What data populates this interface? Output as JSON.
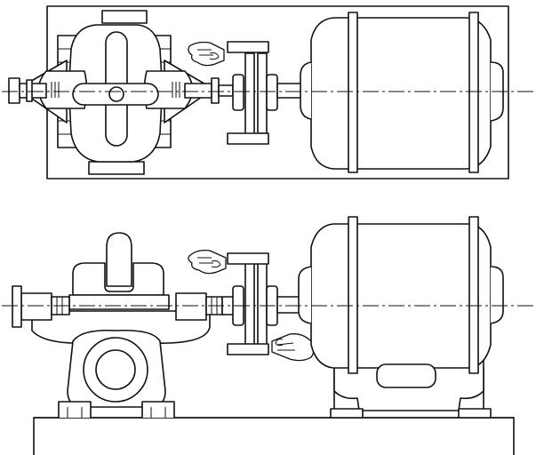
{
  "figure": {
    "views": [
      {
        "id": "plan",
        "description_key": "top-view"
      },
      {
        "id": "elevation",
        "description_key": "side-view"
      }
    ]
  }
}
